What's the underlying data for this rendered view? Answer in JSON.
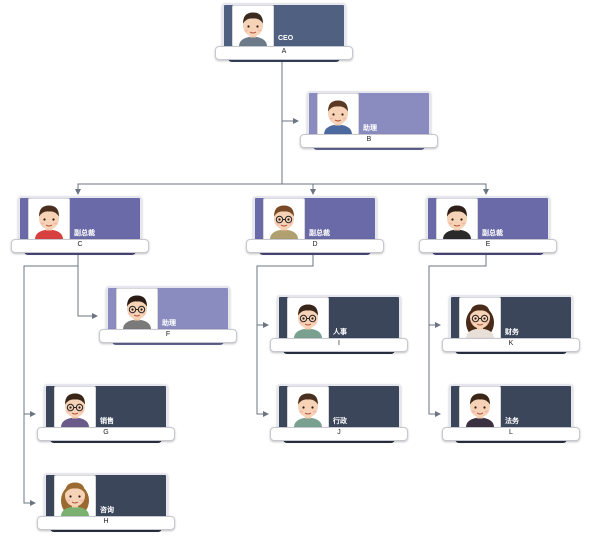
{
  "theme": {
    "connector": "#6b7480",
    "palettes": {
      "slate": {
        "card": "#4f6080",
        "base": "#384660"
      },
      "violet": {
        "card": "#6a6aa8",
        "base": "#4c4c82"
      },
      "lilac": {
        "card": "#8a8cc0",
        "base": "#696a9a"
      },
      "navy": {
        "card": "#3b465b",
        "base": "#2c3445"
      }
    }
  },
  "nodes": [
    {
      "id": "A",
      "role": "CEO",
      "name": "A",
      "palette": "slate",
      "avatar": "man-short-hair-avatar-icon"
    },
    {
      "id": "B",
      "role": "助理",
      "name": "B",
      "palette": "lilac",
      "avatar": "man-brown-hair-avatar-icon"
    },
    {
      "id": "C",
      "role": "副总裁",
      "name": "C",
      "palette": "violet",
      "avatar": "man-smiling-avatar-icon"
    },
    {
      "id": "D",
      "role": "副总裁",
      "name": "D",
      "palette": "violet",
      "avatar": "man-glasses-avatar-icon"
    },
    {
      "id": "E",
      "role": "副总裁",
      "name": "E",
      "palette": "violet",
      "avatar": "man-suit-avatar-icon"
    },
    {
      "id": "F",
      "role": "助理",
      "name": "F",
      "palette": "lilac",
      "avatar": "man-black-glasses-avatar-icon"
    },
    {
      "id": "G",
      "role": "销售",
      "name": "G",
      "palette": "navy",
      "avatar": "man-glasses-tie-avatar-icon"
    },
    {
      "id": "H",
      "role": "咨询",
      "name": "H",
      "palette": "navy",
      "avatar": "woman-curly-hair-avatar-icon"
    },
    {
      "id": "I",
      "role": "人事",
      "name": "I",
      "palette": "navy",
      "avatar": "woman-glasses-avatar-icon"
    },
    {
      "id": "J",
      "role": "行政",
      "name": "J",
      "palette": "navy",
      "avatar": "woman-short-hair-avatar-icon"
    },
    {
      "id": "K",
      "role": "财务",
      "name": "K",
      "palette": "navy",
      "avatar": "woman-long-hair-glasses-avatar-icon"
    },
    {
      "id": "L",
      "role": "法务",
      "name": "L",
      "palette": "navy",
      "avatar": "man-dark-suit-avatar-icon"
    }
  ],
  "edges": [
    {
      "from": "A",
      "to": "B"
    },
    {
      "from": "A",
      "to": "C"
    },
    {
      "from": "A",
      "to": "D"
    },
    {
      "from": "A",
      "to": "E"
    },
    {
      "from": "C",
      "to": "F"
    },
    {
      "from": "C",
      "to": "G"
    },
    {
      "from": "C",
      "to": "H"
    },
    {
      "from": "D",
      "to": "I"
    },
    {
      "from": "D",
      "to": "J"
    },
    {
      "from": "E",
      "to": "K"
    },
    {
      "from": "E",
      "to": "L"
    }
  ]
}
